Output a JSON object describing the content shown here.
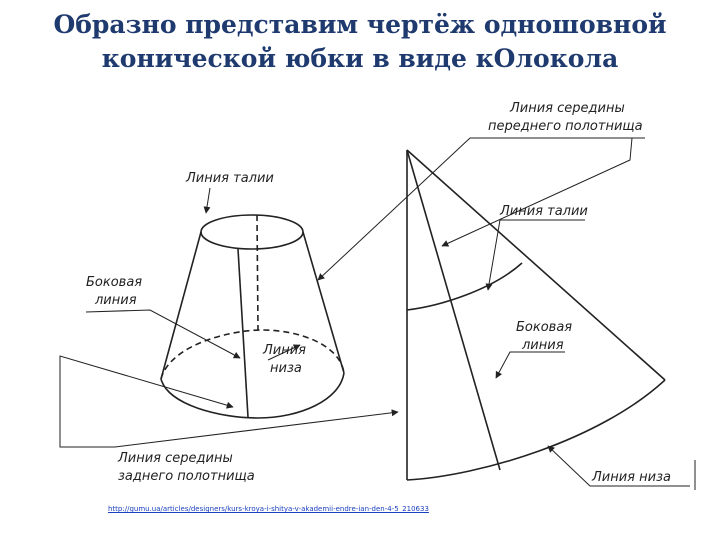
{
  "title": {
    "line1": "Образно представим чертёж одношовной",
    "line2": "конической юбки в виде кОлокола"
  },
  "labels": {
    "waist_left": "Линия талии",
    "side_left_1": "Боковая",
    "side_left_2": "линия",
    "hem_left_1": "Линия",
    "hem_left_2": "низа",
    "back_center_1": "Линия середины",
    "back_center_2": "заднего полотнища",
    "front_center_1": "Линия середины",
    "front_center_2": "переднего полотнища",
    "waist_right": "Линия талии",
    "side_right_1": "Боковая",
    "side_right_2": "линия",
    "hem_right": "Линия низа"
  },
  "source_url": "http://gumu.ua/articles/designers/kurs-kroya-i-shitya-v-akademii-endre-ian-den-4-5_210633"
}
